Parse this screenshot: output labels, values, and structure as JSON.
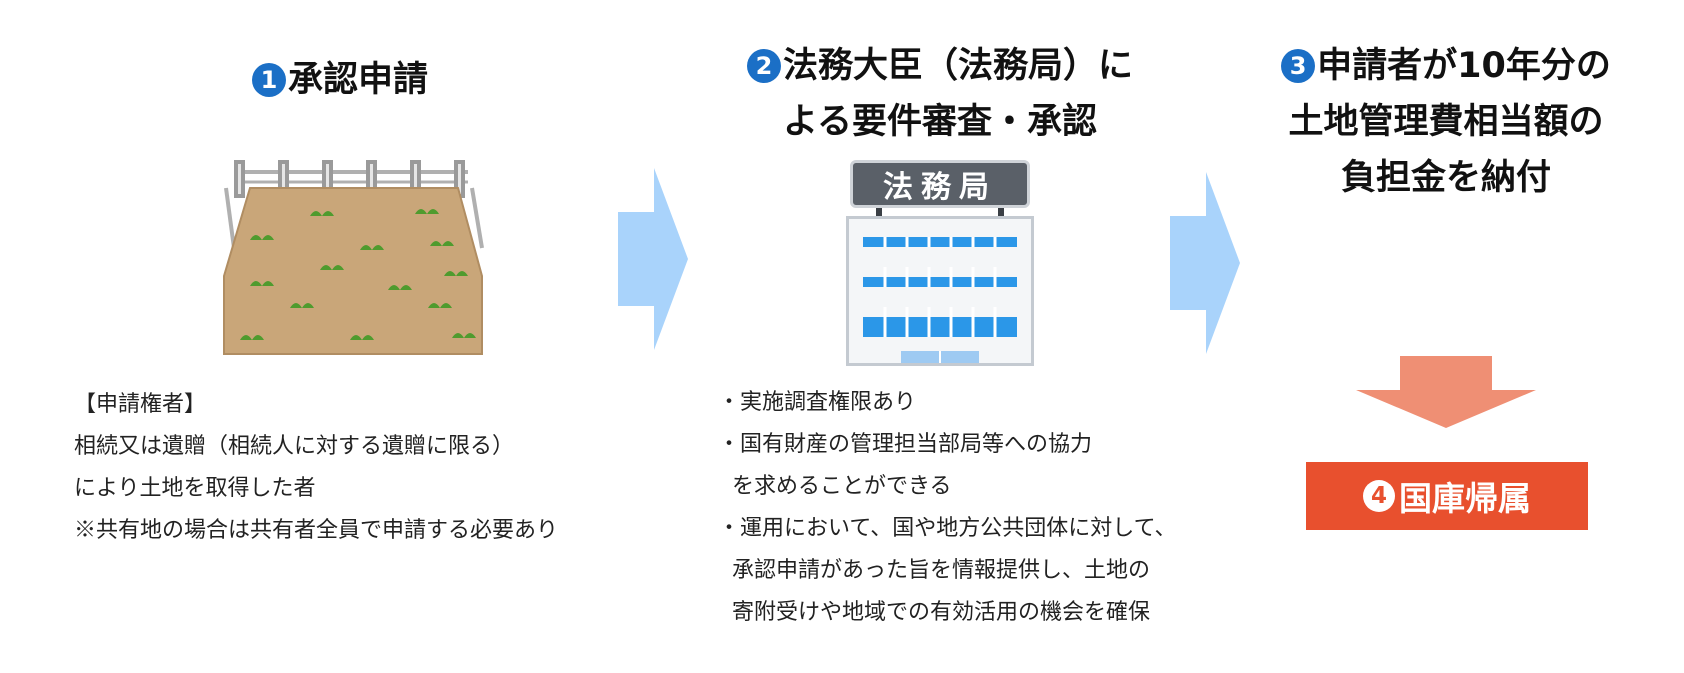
{
  "steps": [
    {
      "number": "1",
      "lines": [
        "承認申請"
      ]
    },
    {
      "number": "2",
      "lines": [
        "法務大臣（法務局）に",
        "よる要件審査・承認"
      ]
    },
    {
      "number": "3",
      "lines": [
        "申請者が10年分の",
        "土地管理費相当額の",
        "負担金を納付"
      ]
    }
  ],
  "sign_text": "法務局",
  "notes": {
    "applicant": [
      "【申請権者】",
      "相続又は遺贈（相続人に対する遺贈に限る）",
      "により土地を取得した者",
      "※共有地の場合は共有者全員で申請する必要あり"
    ],
    "review": [
      "・実施調査権限あり",
      "・国有財産の管理担当部局等への協力",
      "を求めることができる",
      "・運用において、国や地方公共団体に対して、",
      "承認申請があった旨を情報提供し、土地の",
      "寄附受けや地域での有効活用の機会を確保"
    ]
  },
  "result": {
    "number": "4",
    "label": "国庫帰属"
  },
  "colors": {
    "number_badge": "#1b6fc6",
    "arrow_blue": "#a9d3fb",
    "arrow_salmon": "#ef8f74",
    "result_box": "#e8502e",
    "sign_bg": "#5a6068",
    "window_blue": "#2b97e8",
    "soil": "#c9a679",
    "grass": "#4f9b2e"
  }
}
